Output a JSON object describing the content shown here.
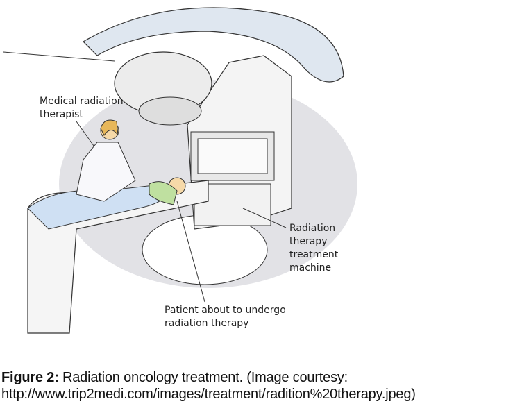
{
  "figure": {
    "labels": {
      "therapist": [
        "Medical radiation",
        "therapist"
      ],
      "machine": [
        "Radiation",
        "therapy",
        "treatment",
        "machine"
      ],
      "patient": [
        "Patient about to undergo",
        "radiation therapy"
      ]
    }
  },
  "caption": {
    "label": "Figure 2:",
    "text": " Radiation oncology treatment. (Image courtesy:",
    "source": "http://www.trip2medi.com/images/treatment/radition%20therapy.jpeg)"
  }
}
